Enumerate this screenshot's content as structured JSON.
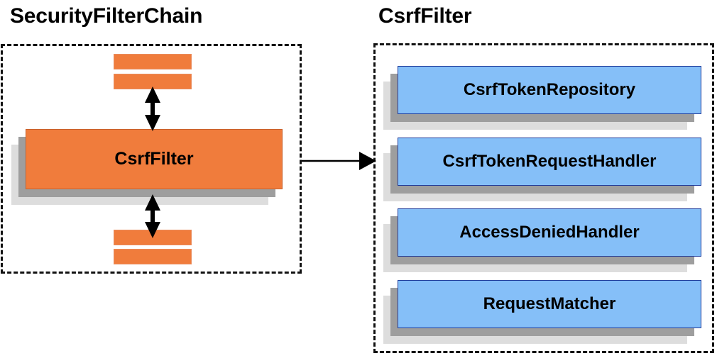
{
  "diagram": {
    "title_left": "SecurityFilterChain",
    "title_right": "CsrfFilter",
    "colors": {
      "orange_fill": "#F07C3C",
      "orange_border": "#C8602A",
      "blue_fill": "#85BFF8",
      "blue_border": "#1F3B99",
      "shadow_near": "#9E9E9E",
      "shadow_far": "#DDDDDD",
      "dashed_border": "#111111",
      "background": "#FFFFFF",
      "text": "#000000",
      "arrow": "#000000"
    }
  },
  "left_panel": {
    "title": "SecurityFilterChain",
    "main_box_label": "CsrfFilter",
    "top_bars": [
      "",
      ""
    ],
    "bottom_bars": [
      "",
      ""
    ],
    "arrows": [
      {
        "name": "top-double-arrow",
        "direction": "both",
        "orientation": "vertical"
      },
      {
        "name": "bottom-double-arrow",
        "direction": "both",
        "orientation": "vertical"
      }
    ]
  },
  "right_panel": {
    "title": "CsrfFilter",
    "components": [
      {
        "label": "CsrfTokenRepository"
      },
      {
        "label": "CsrfTokenRequestHandler"
      },
      {
        "label": "AccessDeniedHandler"
      },
      {
        "label": "RequestMatcher"
      }
    ]
  },
  "connector": {
    "name": "csrffilter-to-components-arrow",
    "direction": "right",
    "from": "CsrfFilter",
    "to": "CsrfFilter component panel"
  }
}
